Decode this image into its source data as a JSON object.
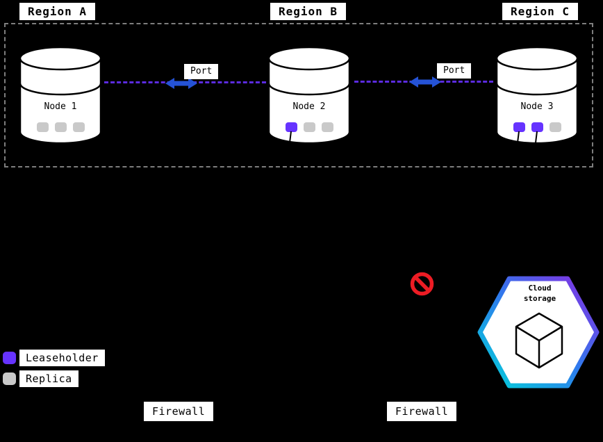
{
  "regions": [
    {
      "label": "Region A"
    },
    {
      "label": "Region B"
    },
    {
      "label": "Region C"
    }
  ],
  "nodes": [
    {
      "label": "Node 1",
      "chips": [
        "replica",
        "replica",
        "replica"
      ]
    },
    {
      "label": "Node 2",
      "chips": [
        "leaseholder",
        "replica",
        "replica"
      ]
    },
    {
      "label": "Node 3",
      "chips": [
        "leaseholder",
        "leaseholder",
        "replica"
      ]
    }
  ],
  "connections": [
    {
      "label": "Port"
    },
    {
      "label": "Port"
    }
  ],
  "legend": [
    {
      "swatch": "leaseholder",
      "label": "Leaseholder"
    },
    {
      "swatch": "replica",
      "label": "Replica"
    }
  ],
  "cloud_storage": {
    "label": "Cloud\nstorage"
  },
  "firewalls": [
    {
      "label": "Firewall"
    },
    {
      "label": "Firewall"
    }
  ],
  "colors": {
    "leaseholder": "#6633ff",
    "replica": "#c9c9c9",
    "dashed": "#5b2be0",
    "arrow": "#2553d6",
    "prohibit": "#ed1c24",
    "hex1": "#00d4d8",
    "hex2": "#2e7bed",
    "hex3": "#8a2be2"
  }
}
